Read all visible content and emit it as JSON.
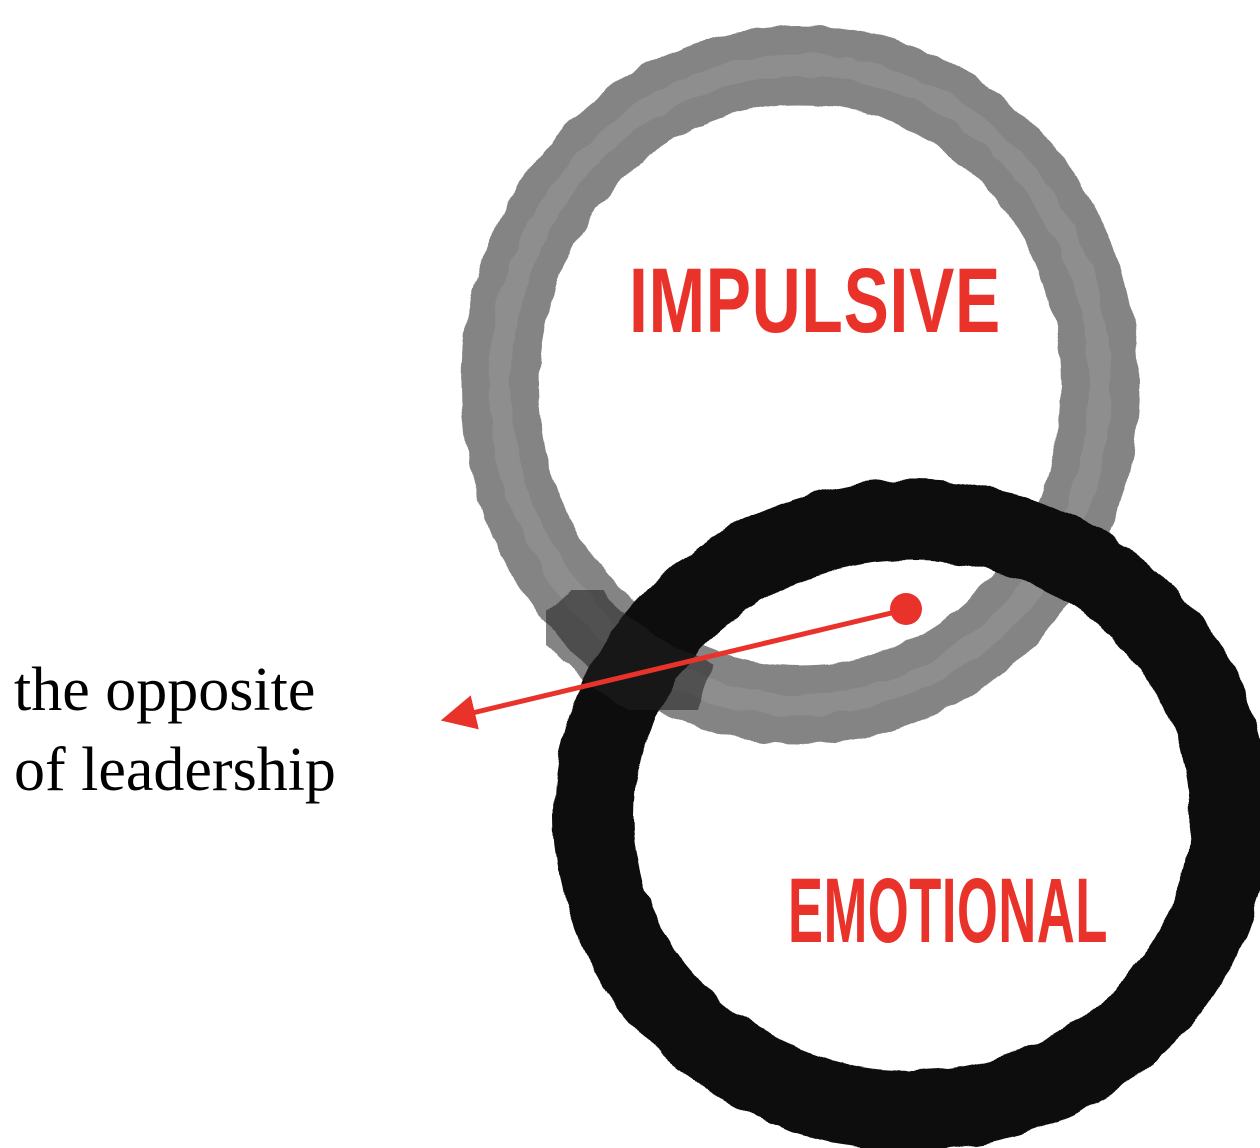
{
  "circles": {
    "top": {
      "label": "IMPULSIVE",
      "ring_color": "#7d7d7d"
    },
    "bottom": {
      "label": "EMOTIONAL",
      "ring_color": "#111111"
    }
  },
  "annotation": {
    "line1": "the opposite",
    "line2": "of leadership"
  },
  "colors": {
    "accent": "#e8322a",
    "text": "#000000",
    "background": "#ffffff"
  }
}
